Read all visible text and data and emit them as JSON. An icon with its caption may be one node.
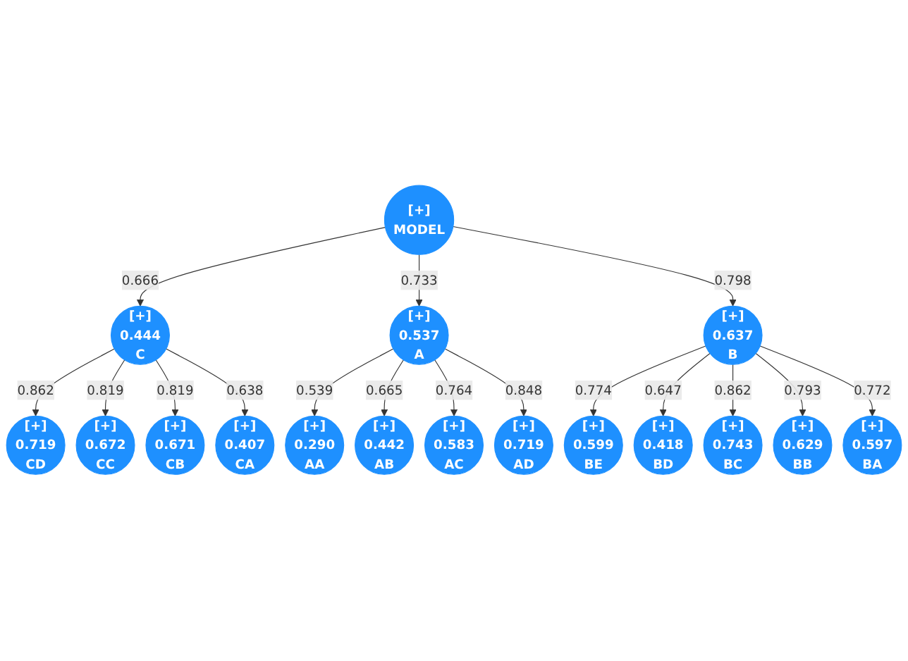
{
  "diagram": {
    "nodes": [
      {
        "text": [
          "[+]",
          "MODEL"
        ]
      },
      {
        "text": [
          "[+]",
          "0.290",
          "AA"
        ]
      },
      {
        "text": [
          "[+]",
          "0.442",
          "AB"
        ]
      },
      {
        "text": [
          "[+]",
          "0.537",
          "A"
        ]
      },
      {
        "text": [
          "[+]",
          "0.583",
          "AC"
        ]
      },
      {
        "text": [
          "[+]",
          "0.444",
          "C"
        ]
      },
      {
        "text": [
          "[+]",
          "0.719",
          "AD"
        ]
      },
      {
        "text": [
          "[+]",
          "0.637",
          "B"
        ]
      },
      {
        "text": [
          "[+]",
          "0.719",
          "CD"
        ]
      },
      {
        "text": [
          "[+]",
          "0.407",
          "CA"
        ]
      },
      {
        "text": [
          "[+]",
          "0.599",
          "BE"
        ]
      },
      {
        "text": [
          "[+]",
          "0.597",
          "BA"
        ]
      },
      {
        "text": [
          "[+]",
          "0.672",
          "CC"
        ]
      },
      {
        "text": [
          "[+]",
          "0.671",
          "CB"
        ]
      },
      {
        "text": [
          "[+]",
          "0.418",
          "BD"
        ]
      },
      {
        "text": [
          "[+]",
          "0.743",
          "BC"
        ]
      },
      {
        "text": [
          "[+]",
          "0.629",
          "BB"
        ]
      }
    ],
    "edges": [
      {
        "from": 0,
        "to": 5,
        "arrow": "to",
        "label": "0.666"
      },
      {
        "from": 0,
        "to": 3,
        "arrow": "to",
        "label": "0.733"
      },
      {
        "from": 0,
        "to": 7,
        "arrow": "to",
        "label": "0.798"
      },
      {
        "from": 3,
        "to": 1,
        "arrow": "to",
        "label": "0.539"
      },
      {
        "from": 3,
        "to": 2,
        "arrow": "to",
        "label": "0.665"
      },
      {
        "from": 3,
        "to": 4,
        "arrow": "to",
        "label": "0.764"
      },
      {
        "from": 3,
        "to": 6,
        "arrow": "to",
        "label": "0.848"
      },
      {
        "from": 5,
        "to": 8,
        "arrow": "to",
        "label": "0.862"
      },
      {
        "from": 5,
        "to": 12,
        "arrow": "to",
        "label": "0.819"
      },
      {
        "from": 5,
        "to": 13,
        "arrow": "to",
        "label": "0.819"
      },
      {
        "from": 5,
        "to": 9,
        "arrow": "to",
        "label": "0.638"
      },
      {
        "from": 7,
        "to": 10,
        "arrow": "to",
        "label": "0.774"
      },
      {
        "from": 7,
        "to": 14,
        "arrow": "to",
        "label": "0.647"
      },
      {
        "from": 7,
        "to": 15,
        "arrow": "to",
        "label": "0.862"
      },
      {
        "from": 7,
        "to": 16,
        "arrow": "to",
        "label": "0.793"
      },
      {
        "from": 7,
        "to": 11,
        "arrow": "to",
        "label": "0.772"
      }
    ]
  }
}
